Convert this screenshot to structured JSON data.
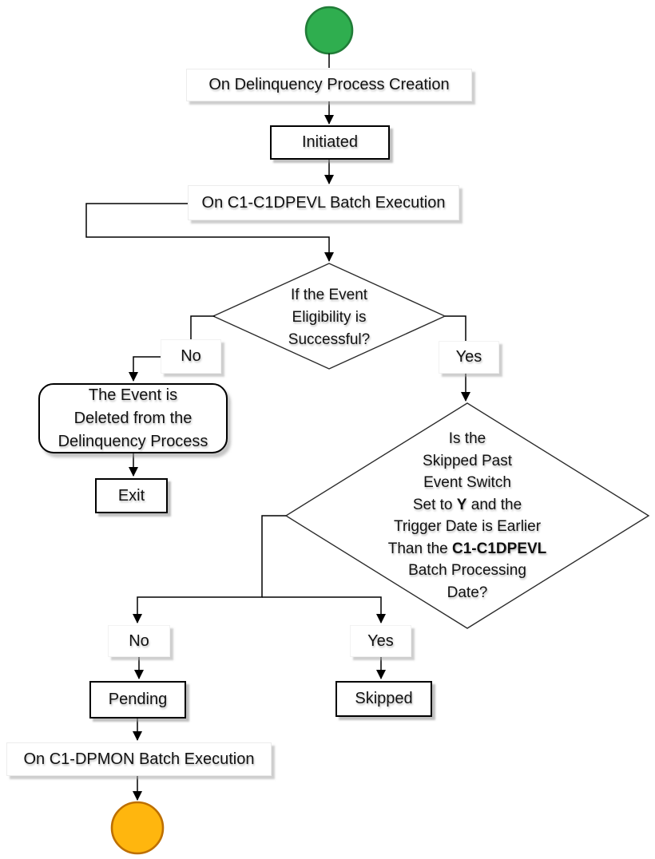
{
  "diagram": {
    "events": {
      "on_creation": "On Delinquency Process Creation",
      "on_c1dpevl": "On C1-C1DPEVL Batch Execution",
      "on_dpmon": "On C1-DPMON Batch Execution"
    },
    "states": {
      "initiated": "Initiated",
      "exit": "Exit",
      "pending": "Pending",
      "skipped": "Skipped"
    },
    "branches": {
      "no1": "No",
      "yes1": "Yes",
      "no2": "No",
      "yes2": "Yes"
    },
    "decision1": {
      "line1": "If the Event",
      "line2": "Eligibility is",
      "line3": "Successful?"
    },
    "decision2": {
      "line1": "Is the",
      "line2": "Skipped Past",
      "line3": "Event Switch",
      "line4_pre": "Set to ",
      "line4_bold": "Y",
      "line4_post": " and the",
      "line5": "Trigger Date is Earlier",
      "line6_pre": "Than the ",
      "line6_bold": "C1-C1DPEVL",
      "line7": "Batch Processing",
      "line8": "Date?"
    },
    "action_delete": {
      "line1": "The Event is",
      "line2": "Deleted from the",
      "line3": "Delinquency Process"
    },
    "colors": {
      "start_fill": "#2FAE4F",
      "start_stroke": "#217C38",
      "end_fill": "#FFB60E",
      "end_stroke": "#BD6F00",
      "line": "#000000"
    }
  }
}
